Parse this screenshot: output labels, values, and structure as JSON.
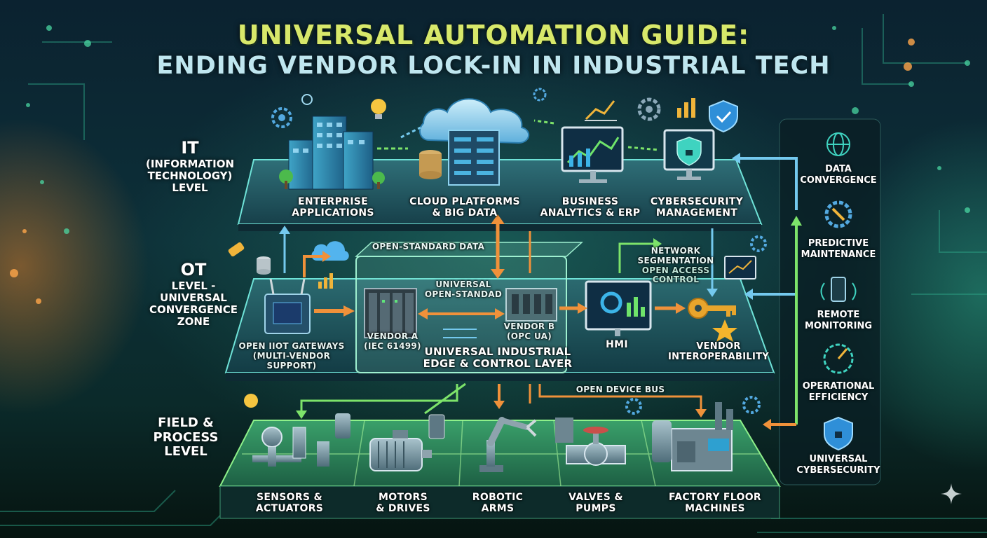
{
  "title": {
    "line1": "UNIVERSAL AUTOMATION GUIDE:",
    "line2": "ENDING VENDOR LOCK-IN IN INDUSTRIAL TECH"
  },
  "levels": {
    "it": {
      "l1": "IT",
      "l2": "(INFORMATION",
      "l3": "TECHNOLOGY)",
      "l4": "LEVEL"
    },
    "ot": {
      "l1": "OT",
      "l2": "LEVEL -",
      "l3": "UNIVERSAL",
      "l4": "CONVERGENCE",
      "l5": "ZONE"
    },
    "field": {
      "l1": "FIELD &",
      "l2": "PROCESS",
      "l3": "LEVEL"
    }
  },
  "it_items": [
    {
      "l1": "ENTERPRISE",
      "l2": "APPLICATIONS",
      "icon": "office-buildings-icon"
    },
    {
      "l1": "CLOUD PLATFORMS",
      "l2": "& BIG DATA",
      "icon": "cloud-servers-icon"
    },
    {
      "l1": "BUSINESS",
      "l2": "ANALYTICS & ERP",
      "icon": "analytics-monitor-icon"
    },
    {
      "l1": "CYBERSECURITY",
      "l2": "MANAGEMENT",
      "icon": "security-monitor-icon"
    }
  ],
  "ot_items": {
    "gateway": {
      "l1": "OPEN IIOT GATEWAYS",
      "l2": "(MULTI-VENDOR SUPPORT)"
    },
    "vendor_a": {
      "l1": "VENDOR A",
      "l2": "(IEC 61499)"
    },
    "vendor_b": {
      "l1": "VENDOR B",
      "l2": "(OPC UA)"
    },
    "universal_open": {
      "l1": "UNIVERSAL",
      "l2": "OPEN-STANDAD"
    },
    "edge_layer": {
      "l1": "UNIVERSAL INDUSTRIAL",
      "l2": "EDGE & CONTROL LAYER"
    },
    "hmi": "HMI",
    "interop": {
      "l1": "VENDOR",
      "l2": "INTEROPERABILITY"
    },
    "network": {
      "l1": "NETWORK",
      "l2": "SEGMENTATION",
      "l3": "OPEN ACCESS",
      "l4": "CONTROL"
    },
    "open_data": "OPEN-STANDARD DATA"
  },
  "field_items": [
    {
      "l1": "SENSORS &",
      "l2": "ACTUATORS"
    },
    {
      "l1": "MOTORS",
      "l2": "& DRIVES"
    },
    {
      "l1": "ROBOTIC",
      "l2": "ARMS"
    },
    {
      "l1": "VALVES &",
      "l2": "PUMPS"
    },
    {
      "l1": "FACTORY FLOOR",
      "l2": "MACHINES"
    }
  ],
  "open_device_bus": "OPEN DEVICE BUS",
  "sidebar": [
    {
      "l1": "DATA",
      "l2": "CONVERGENCE",
      "icon": "globe-network-icon"
    },
    {
      "l1": "PREDICTIVE",
      "l2": "MAINTENANCE",
      "icon": "gear-wrench-icon"
    },
    {
      "l1": "REMOTE",
      "l2": "MONITORING",
      "icon": "smartphone-signal-icon"
    },
    {
      "l1": "OPERATIONAL",
      "l2": "EFFICIENCY",
      "icon": "gauge-icon"
    },
    {
      "l1": "UNIVERSAL",
      "l2": "CYBERSECURITY",
      "icon": "shield-lock-icon"
    }
  ],
  "colors": {
    "accent_green": "#7de36a",
    "accent_orange": "#f0913a",
    "accent_blue": "#74c9ee",
    "title_yellow": "#d8e86a"
  }
}
